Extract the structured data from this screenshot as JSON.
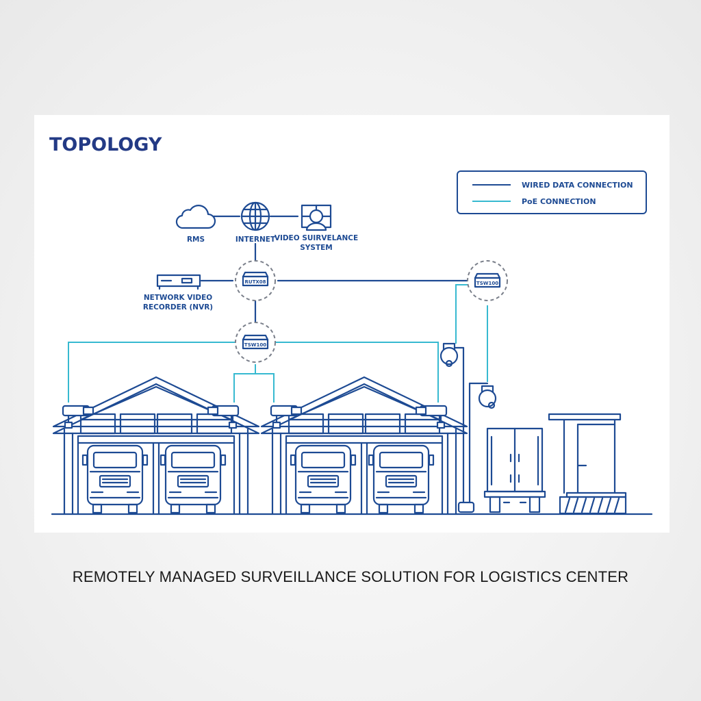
{
  "diagram": {
    "title": "TOPOLOGY",
    "legend": {
      "wired": "WIRED DATA CONNECTION",
      "poe": "PoE CONNECTION",
      "wired_color": "#1d4a93",
      "poe_color": "#36b9d0"
    },
    "nodes": {
      "rms": "RMS",
      "internet": "INTERNET",
      "vss_line1": "VIDEO SUIRVELANCE",
      "vss_line2": "SYSTEM",
      "nvr_line1": "NETWORK VIDEO",
      "nvr_line2": "RECORDER (NVR)",
      "router": "RUTX08",
      "switch_main": "TSW100",
      "switch_side": "TSW100"
    },
    "icons": [
      "cloud-icon",
      "globe-icon",
      "monitor-user-icon",
      "nvr-icon",
      "router-icon",
      "switch-icon",
      "cctv-camera-icon",
      "ptz-dome-camera-icon",
      "truck-icon",
      "trailer-icon",
      "gate-icon",
      "warehouse-icon"
    ]
  },
  "caption": "REMOTELY MANAGED SURVEILLANCE SOLUTION FOR LOGISTICS CENTER"
}
